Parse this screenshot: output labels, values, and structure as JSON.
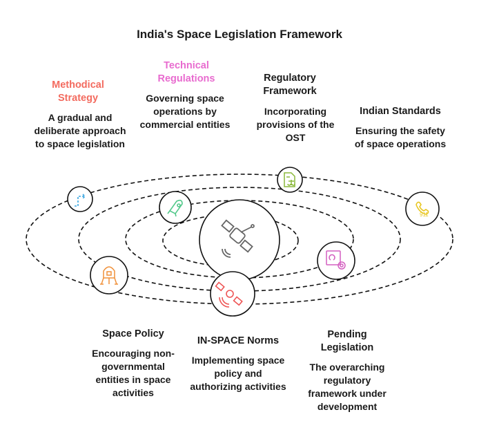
{
  "title": "India's Space Legislation Framework",
  "colors": {
    "methodical": "#f36b5f",
    "technical": "#e86bcf",
    "green": "#52c88a",
    "lime": "#8ab83a",
    "yellow": "#e8c620",
    "pink": "#d45fc0",
    "orange": "#f0913a",
    "red": "#ee5555",
    "blue": "#3aa6e0"
  },
  "items": [
    {
      "heading": "Methodical Strategy",
      "text": "A gradual and deliberate approach to space legislation",
      "icon": "path-arrow-icon"
    },
    {
      "heading": "Technical Regulations",
      "text": "Governing space operations by commercial entities",
      "icon": "rocket-icon"
    },
    {
      "heading": "Regulatory Framework",
      "text": "Incorporating provisions of the OST",
      "icon": "legal-document-icon"
    },
    {
      "heading": "Indian Standards",
      "text": "Ensuring the safety of space operations",
      "icon": "emergency-phone-icon"
    },
    {
      "heading": "Space Policy",
      "text": "Encouraging non-governmental entities in space activities",
      "icon": "lunar-lander-icon"
    },
    {
      "heading": "IN-SPACE Norms",
      "text": "Implementing space policy and authorizing activities",
      "icon": "satellite-signal-icon"
    },
    {
      "heading": "Pending Legislation",
      "text": "The overarching regulatory framework under development",
      "icon": "settings-document-icon"
    }
  ]
}
